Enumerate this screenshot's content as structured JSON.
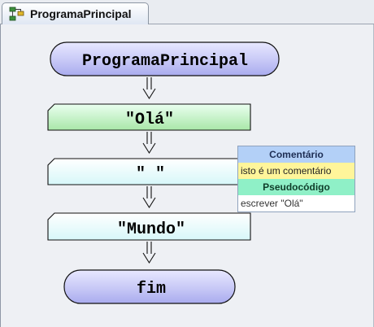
{
  "tab": {
    "label": "ProgramaPrincipal",
    "icon": "flowchart-icon"
  },
  "flowchart": {
    "start_label": "ProgramaPrincipal",
    "steps": [
      "\"Olá\"",
      "\" \"",
      "\"Mundo\""
    ],
    "end_label": "fim"
  },
  "note": {
    "comment_header": "Comentário",
    "comment_text": "isto é um comentário",
    "pseudo_header": "Pseudocódigo",
    "pseudo_text": "escrever \"Olá\""
  },
  "colors": {
    "terminal_fill": "#cfcff9",
    "step_selected_fill": "#c9f4c8",
    "step_fill": "#e7fbfc",
    "outline": "#111111"
  }
}
